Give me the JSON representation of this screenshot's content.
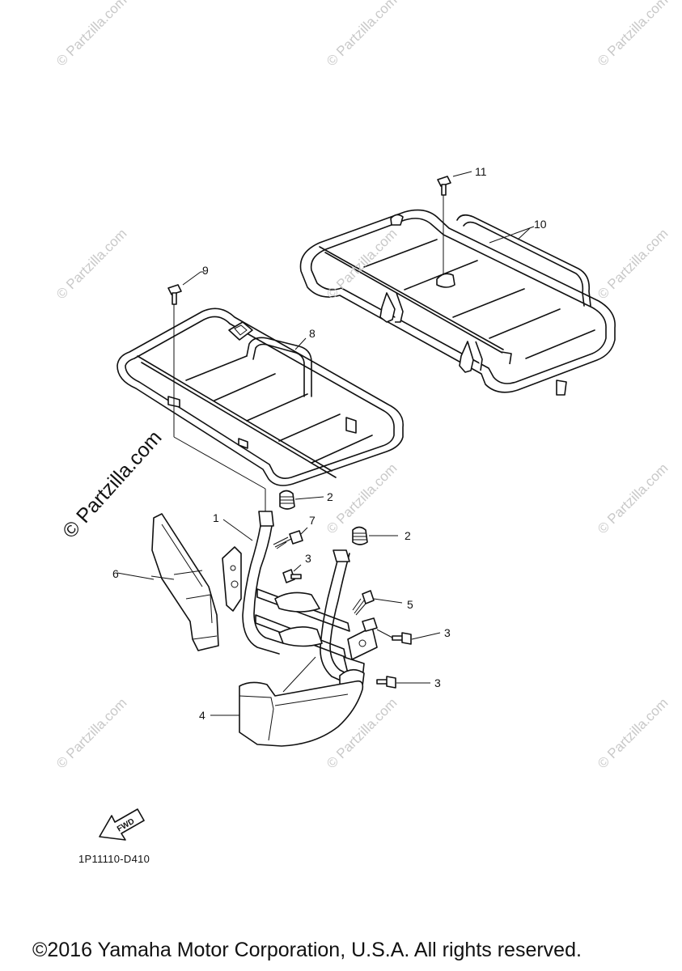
{
  "watermark": {
    "text": "© Partzilla.com"
  },
  "callouts": {
    "c1": "1",
    "c2a": "2",
    "c2b": "2",
    "c3a": "3",
    "c3b": "3",
    "c3c": "3",
    "c4": "4",
    "c5": "5",
    "c6": "6",
    "c7": "7",
    "c8": "8",
    "c9": "9",
    "c10": "10",
    "c11": "11"
  },
  "fwd_label": "FWD",
  "diagram_code": "1P11110-D410",
  "copyright": "©2016 Yamaha Motor Corporation, U.S.A. All rights reserved."
}
